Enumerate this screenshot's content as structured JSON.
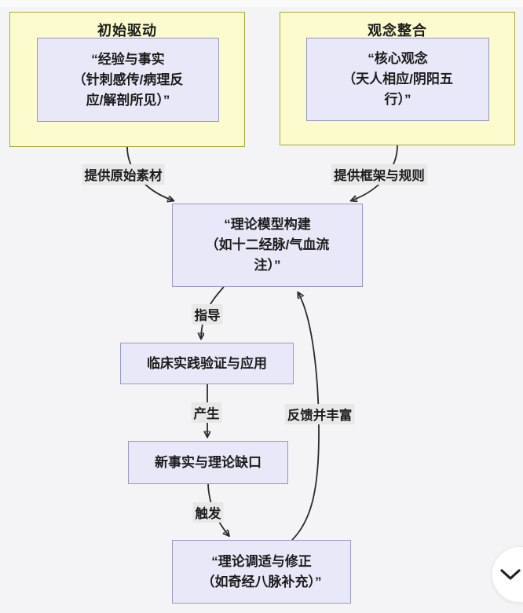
{
  "diagram": {
    "subgraphs": {
      "left": {
        "title": "初始驱动",
        "node_text": "“经验与事实\n（针刺感传/病理反\n应/解剖所见）”"
      },
      "right": {
        "title": "观念整合",
        "node_text": "“核心观念\n（天人相应/阴阳五\n行）”"
      }
    },
    "nodes": {
      "model": "“理论模型构建\n（如十二经脉/气血流\n注）”",
      "clinical": "临床实践验证与应用",
      "gap": "新事实与理论缺口",
      "revision": "“理论调适与修正\n（如奇经八脉补充）”"
    },
    "edge_labels": {
      "left_to_model": "提供原始素材",
      "right_to_model": "提供框架与规则",
      "model_to_clinical": "指导",
      "clinical_to_gap": "产生",
      "gap_to_revision": "触发",
      "revision_to_model": "反馈并丰富"
    }
  },
  "colors": {
    "page_bg": "#f4f4f6",
    "subgraph_fill": "#fbfbce",
    "subgraph_border": "#a9a93a",
    "node_fill": "#e8e8f8",
    "node_border": "#9898c4",
    "edge": "#2b2b2b",
    "edge_label_bg": "#e8e8e8",
    "text": "#1c1c1c"
  },
  "controls": {
    "scroll_button_icon": "chevron-down"
  }
}
